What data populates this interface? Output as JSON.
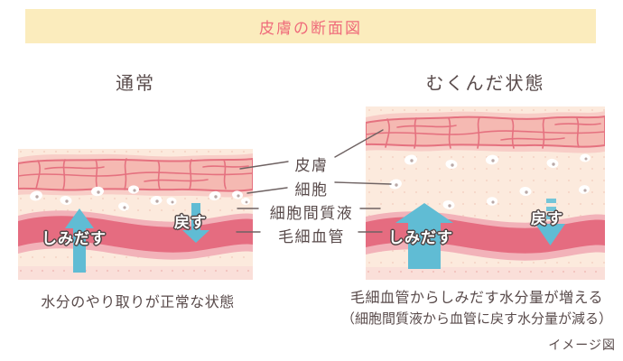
{
  "title": "皮膚の断面図",
  "footer_note": "イメージ図",
  "layer_labels": {
    "skin": "皮膚",
    "cells": "細胞",
    "interstitial_fluid": "細胞間質液",
    "capillary": "毛細血管"
  },
  "left_panel": {
    "heading": "通常",
    "seep_out_label": "しみだす",
    "return_label": "戻す",
    "caption": "水分のやり取りが正常な状態"
  },
  "right_panel": {
    "heading": "むくんだ状態",
    "seep_out_label": "しみだす",
    "return_label": "戻す",
    "caption_line1": "毛細血管からしみだす水分量が増える",
    "caption_line2": "（細胞間質液から血管に戻す水分量が減る）"
  },
  "colors": {
    "title_bg": "#FBECBD",
    "title_text": "#EF6B7B",
    "body_text": "#594B4B",
    "skin_band_light": "#F8CDC7",
    "skin_band_inner": "#F5B9B2",
    "skin_cell_line": "#E5717F",
    "tissue_cream": "#FCEADD",
    "capillary_edge": "#F2B2B9",
    "capillary_dark": "#E56C80",
    "bottom_strip": "#FADFD9",
    "arrow_teal": "#60BCD4"
  }
}
